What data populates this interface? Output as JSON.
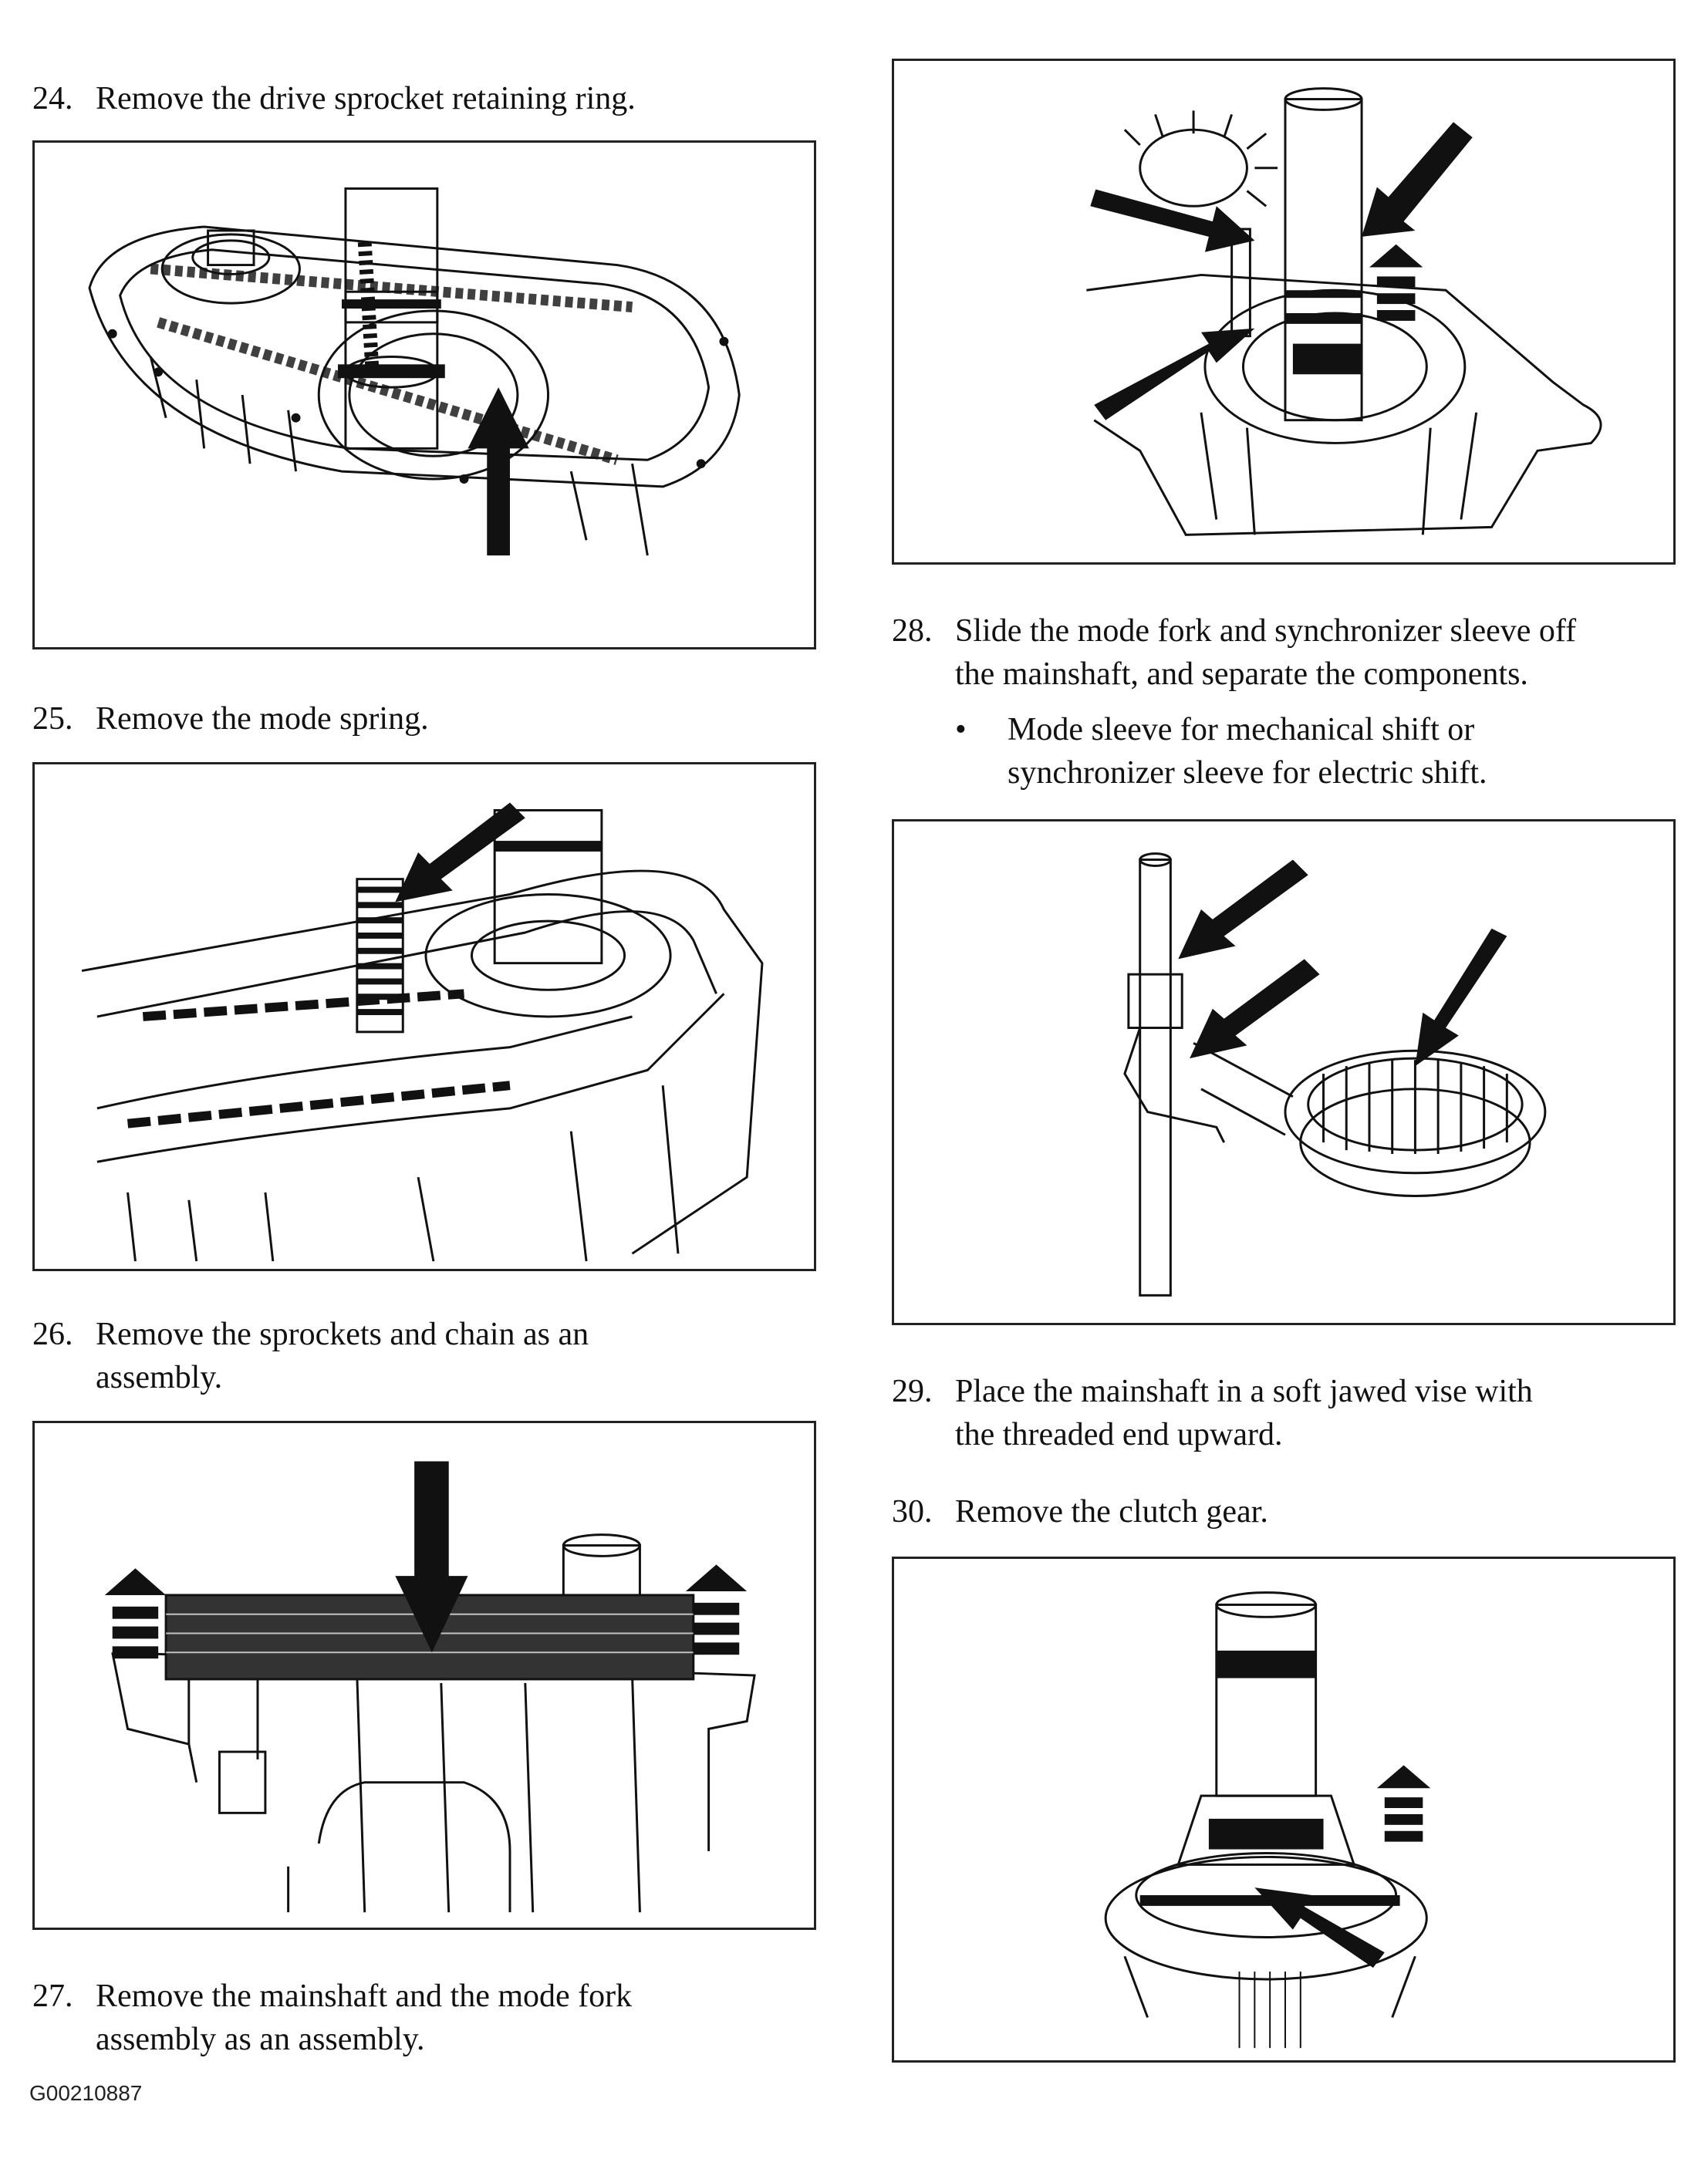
{
  "steps": [
    {
      "num": "24.",
      "lines": [
        "Remove the drive sprocket retaining ring."
      ]
    },
    {
      "num": "25.",
      "lines": [
        "Remove the mode spring."
      ]
    },
    {
      "num": "26.",
      "lines": [
        "Remove the sprockets and chain as an",
        "assembly."
      ]
    },
    {
      "num": "27.",
      "lines": [
        "Remove the mainshaft and the mode fork",
        "assembly as an assembly."
      ]
    },
    {
      "num": "28.",
      "lines": [
        "Slide the mode fork and synchronizer sleeve off",
        "the mainshaft, and separate the components."
      ],
      "bullet": [
        "Mode sleeve for mechanical shift or",
        "synchronizer sleeve for electric shift."
      ]
    },
    {
      "num": "29.",
      "lines": [
        "Place the mainshaft in a soft jawed vise with",
        "the threaded end upward."
      ]
    },
    {
      "num": "30.",
      "lines": [
        "Remove the clutch gear."
      ]
    }
  ],
  "bullet_symbol": "•",
  "document_id": "G00210887"
}
